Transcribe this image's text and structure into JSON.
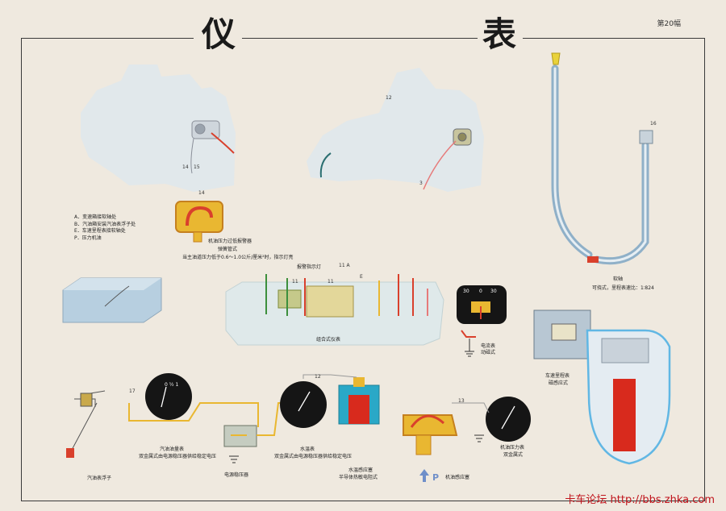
{
  "title": {
    "char1": "仪",
    "char2": "表"
  },
  "sheet_number": "第20幅",
  "legend": [
    "A．变速箱接软轴处",
    "B．汽油箱安装汽油表浮子处",
    "E．车速里程表接软轴处",
    "P．压力机油"
  ],
  "labels": {
    "oil_warning_title": "机油压力过低报警器",
    "oil_warning_type": "弹簧管式",
    "oil_warning_note": "当主油道压力低于0.6～1.0公斤/厘米²时，指示灯亮",
    "warning_light": "报警指示灯",
    "cluster": "组合式仪表",
    "ammeter_title": "电流表",
    "ammeter_type": "动磁式",
    "softshaft": "软轴",
    "softshaft_note": "可挠式，里程表速比：1∶824",
    "speedometer_title": "车速里程表",
    "speedometer_type": "磁感应式",
    "fuel_gauge_title": "汽油油量表",
    "fuel_gauge_note": "双金属式由电源稳压器供给稳定电压",
    "voltage_regulator": "电源稳压器",
    "float": "汽油表浮子",
    "temp_gauge_title": "水温表",
    "temp_gauge_note": "双金属式由电源稳压器供给稳定电压",
    "temp_sensor_title": "水温感应塞",
    "temp_sensor_note": "半导体热敏电阻式",
    "oil_pressure_sensor": "机油感应塞",
    "oil_pressure_gauge_title": "机油压力表",
    "oil_pressure_gauge_type": "双金属式",
    "p_marker": "P",
    "ammeter_scale_left": "30",
    "ammeter_scale_mid": "0",
    "ammeter_scale_right": "30",
    "fuel_scale": "0 ½ 1"
  },
  "callouts": {
    "c11a": "11 A",
    "c11b": "11",
    "c11c": "11",
    "cE": "E",
    "c12a": "12",
    "c12b": "12",
    "c13": "13",
    "c14": "14",
    "c15": "15",
    "c17": "17",
    "c3": "3",
    "c14b": "14",
    "c16": "16"
  },
  "watermark": "卡车论坛  http://bbs.zhka.com",
  "colors": {
    "frame": "#3a3a3a",
    "silhouette": "#dfe8ec",
    "wire_yellow": "#e9b731",
    "wire_red": "#d9402c",
    "gauge_black": "#151515",
    "tube_blue": "#8fb0c8",
    "highlight_red": "#d82a1d",
    "watermark_red": "#c0141c"
  },
  "icons": [
    "engine-silhouette",
    "gauge-dial",
    "fuel-tank",
    "flexible-shaft",
    "sensor-plug"
  ]
}
